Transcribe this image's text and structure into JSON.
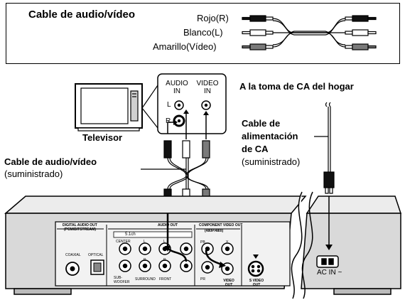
{
  "legend": {
    "title": "Cable de audio/vídeo",
    "red": "Rojo(R)",
    "white": "Blanco(L)",
    "yellow": "Amarillo(Vídeo)"
  },
  "tv": {
    "label": "Televisor",
    "jack_audio_in": "AUDIO IN",
    "jack_video_in": "VIDEO IN",
    "jack_l": "L",
    "jack_r": "R"
  },
  "av_cable": {
    "title": "Cable de audio/vídeo",
    "note": "(suministrado)"
  },
  "power": {
    "outlet": "A la toma de CA del hogar",
    "cable_line1": "Cable de",
    "cable_line2": "alimentación",
    "cable_line3": "de CA",
    "note": "(suministrado)",
    "ac_in": "AC IN ~"
  },
  "panel": {
    "digital_audio_out": "DIGITAL AUDIO OUT",
    "pcm_bitstream": "(PCM/BITSTREAM)",
    "coaxial": "COAXIAL",
    "optical": "OPTICAL",
    "audio_out": "AUDIO OUT",
    "ch51": "5.1ch",
    "center": "CENTER",
    "subwoofer": "SUB-WOOFER",
    "surround": "SURROUND",
    "front": "FRONT",
    "component_video_out": "COMPONENT VIDEO OUT",
    "progressive": "(480P/480I)",
    "video_out": "VIDEO OUT",
    "s_video_out": "S VIDEO OUT",
    "l": "L",
    "r": "R",
    "y": "Y",
    "pb": "PB",
    "pr": "PR"
  },
  "colors": {
    "red_plug": "#111111",
    "white_plug": "#ffffff",
    "yellow_plug": "#7a7a7a",
    "panel": "#d9d9d9"
  }
}
